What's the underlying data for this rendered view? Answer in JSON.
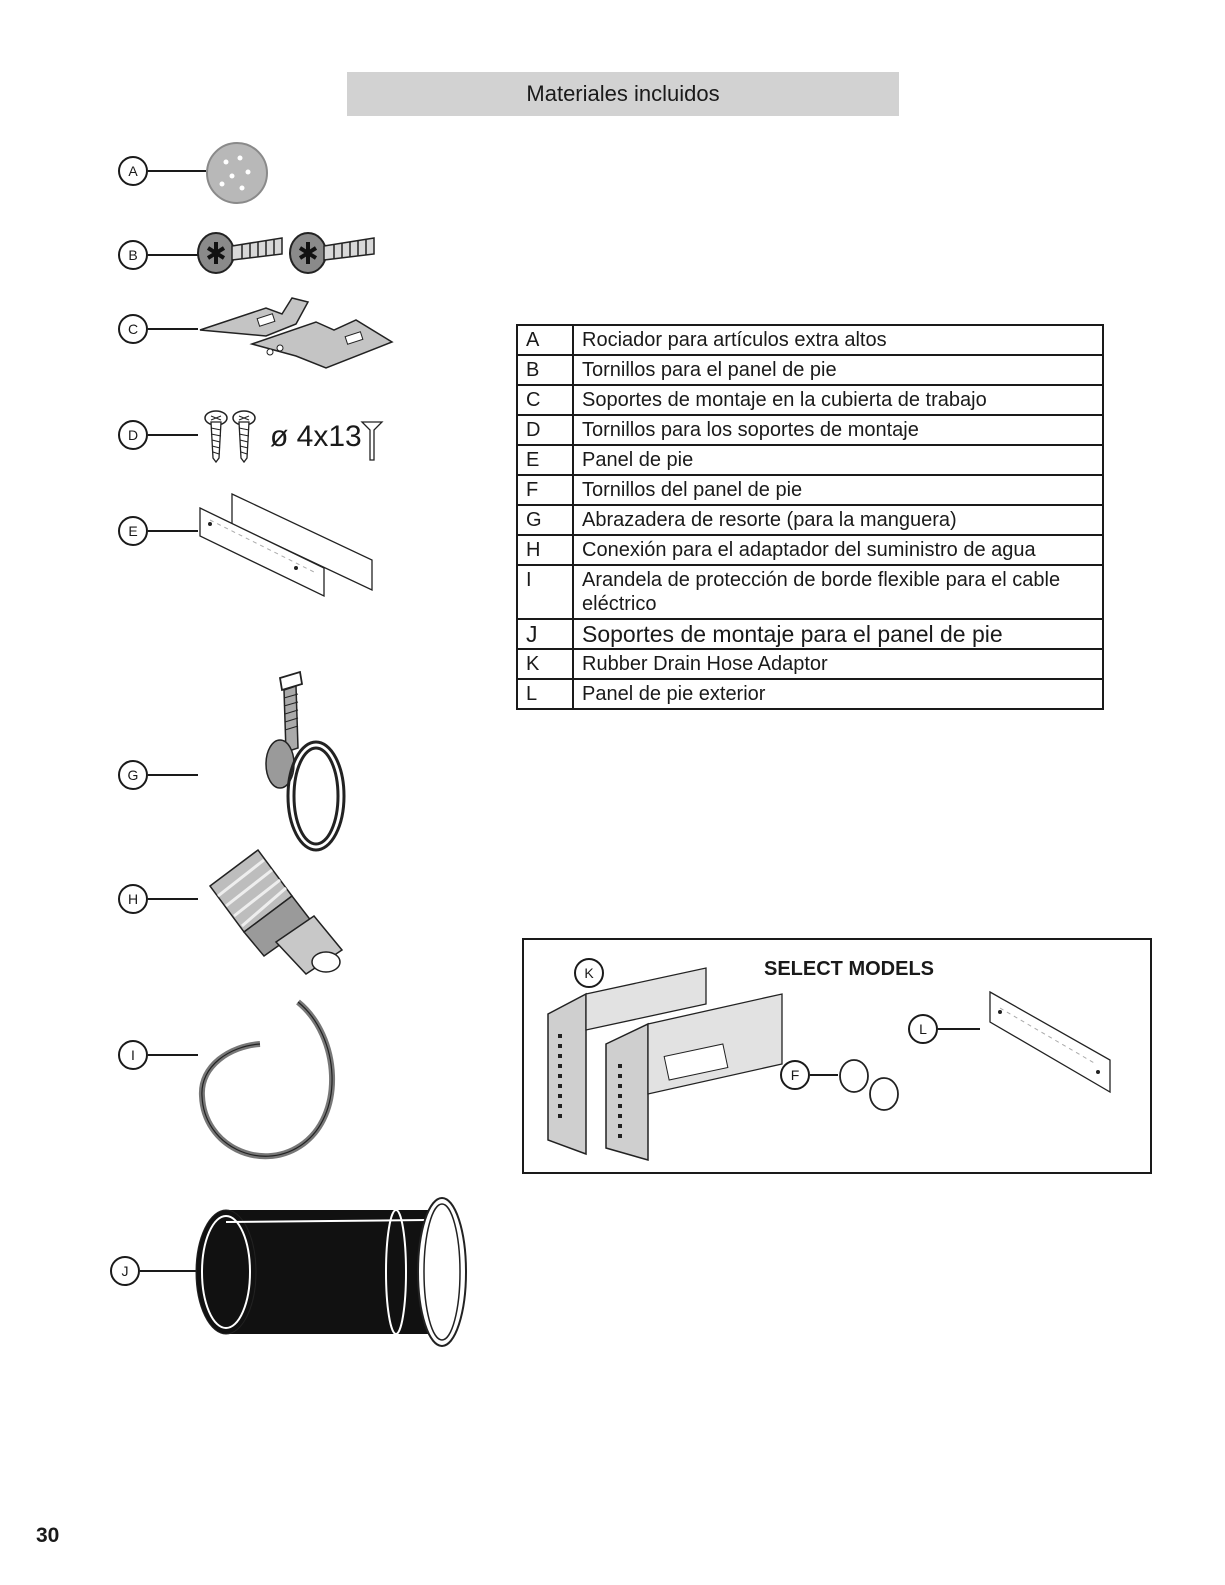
{
  "banner_title": "Materiales incluidos",
  "callouts": {
    "a": "A",
    "b": "B",
    "c": "C",
    "d": "D",
    "e": "E",
    "g": "G",
    "h": "H",
    "i": "I",
    "j": "J",
    "k": "K",
    "f": "F",
    "l": "L"
  },
  "screw_dim": "ø 4x13",
  "parts": [
    {
      "letter": "A",
      "desc": "Rociador para artículos extra altos"
    },
    {
      "letter": "B",
      "desc": "Tornillos para el panel de pie"
    },
    {
      "letter": "C",
      "desc": "Soportes de montaje en la cubierta de trabajo"
    },
    {
      "letter": "D",
      "desc": "Tornillos para los soportes de montaje"
    },
    {
      "letter": "E",
      "desc": "Panel de pie"
    },
    {
      "letter": "F",
      "desc": "Tornillos del panel de pie"
    },
    {
      "letter": "G",
      "desc": "Abrazadera de resorte (para la manguera)"
    },
    {
      "letter": "H",
      "desc": "Conexión para el adaptador del suministro de agua"
    },
    {
      "letter": "I",
      "desc": "Arandela de protección de borde flexible para el cable eléctrico"
    },
    {
      "letter": "J",
      "desc": "Soportes de montaje para el panel de pie"
    },
    {
      "letter": "K",
      "desc": "Rubber Drain Hose Adaptor"
    },
    {
      "letter": "L",
      "desc": "Panel de pie exterior"
    }
  ],
  "select_models": "SELECT MODELS",
  "page_number": "30"
}
